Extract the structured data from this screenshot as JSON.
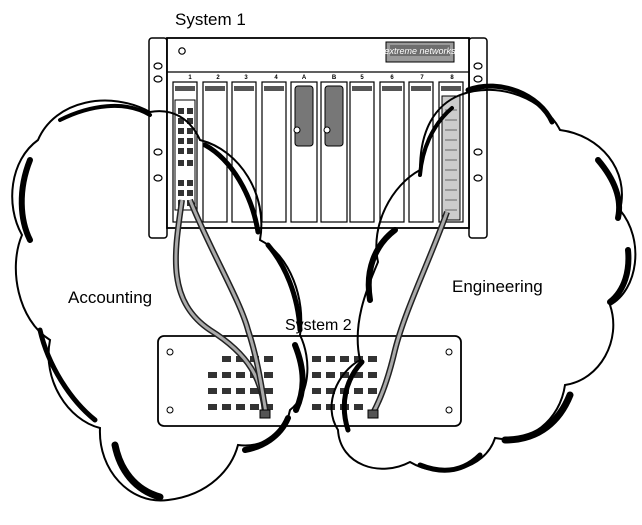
{
  "system1": {
    "title": "System 1",
    "brand": "extreme networks",
    "slot_labels": [
      "1",
      "2",
      "3",
      "4",
      "A",
      "B",
      "5",
      "6",
      "7",
      "8"
    ]
  },
  "system2": {
    "title": "System 2"
  },
  "vlans": {
    "left": "Accounting",
    "right": "Engineering"
  }
}
